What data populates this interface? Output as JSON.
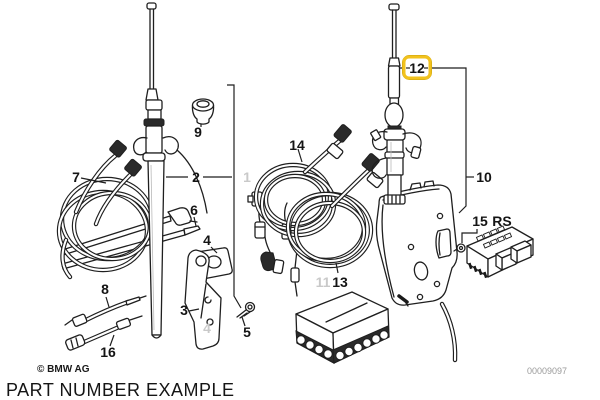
{
  "diagram": {
    "part_labels": {
      "p1": "1",
      "p2": "2",
      "p3": "3",
      "p4": "4",
      "p4_ghost": "4",
      "p5": "5",
      "p6": "6",
      "p7": "7",
      "p8": "8",
      "p9": "9",
      "p10": "10",
      "p11": "11",
      "p12": "12",
      "p13": "13",
      "p14": "14",
      "p15": "15",
      "p16": "16",
      "rs": "RS"
    },
    "highlight": {
      "part": "12",
      "color": "#F2C21D"
    }
  },
  "footer": {
    "copyright": "© BMW AG",
    "caption": "PART NUMBER EXAMPLE",
    "document_number": "00009097"
  },
  "colors": {
    "line": "#1f1f1f",
    "background": "#ffffff",
    "ghost_label": "#c9c9c9",
    "highlight_border": "#F2C21D"
  }
}
